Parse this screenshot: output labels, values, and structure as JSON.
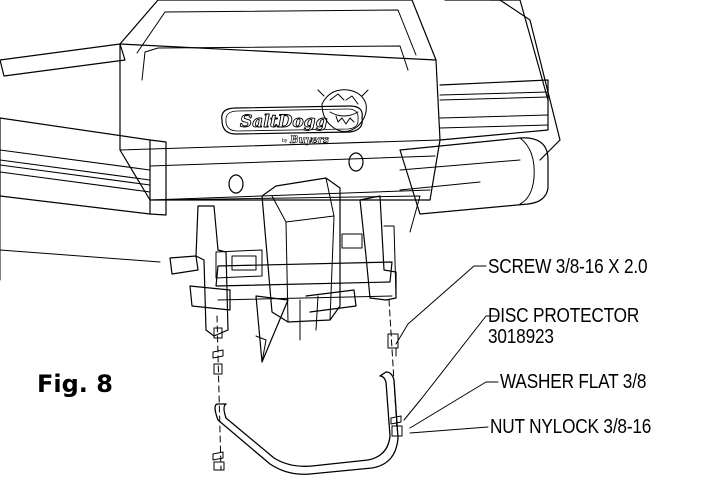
{
  "figure": {
    "label": "Fig. 8"
  },
  "brand": {
    "logo_text": "SaltDogg",
    "by_text": "by",
    "maker_text": "Buyers"
  },
  "callouts": [
    {
      "id": "screw",
      "text": "SCREW 3/8-16 X 2.0"
    },
    {
      "id": "disc-protector",
      "line1": "DISC PROTECTOR",
      "line2": "3018923"
    },
    {
      "id": "washer",
      "text": "WASHER FLAT 3/8"
    },
    {
      "id": "nut",
      "text": "NUT NYLOCK 3/8-16"
    }
  ]
}
